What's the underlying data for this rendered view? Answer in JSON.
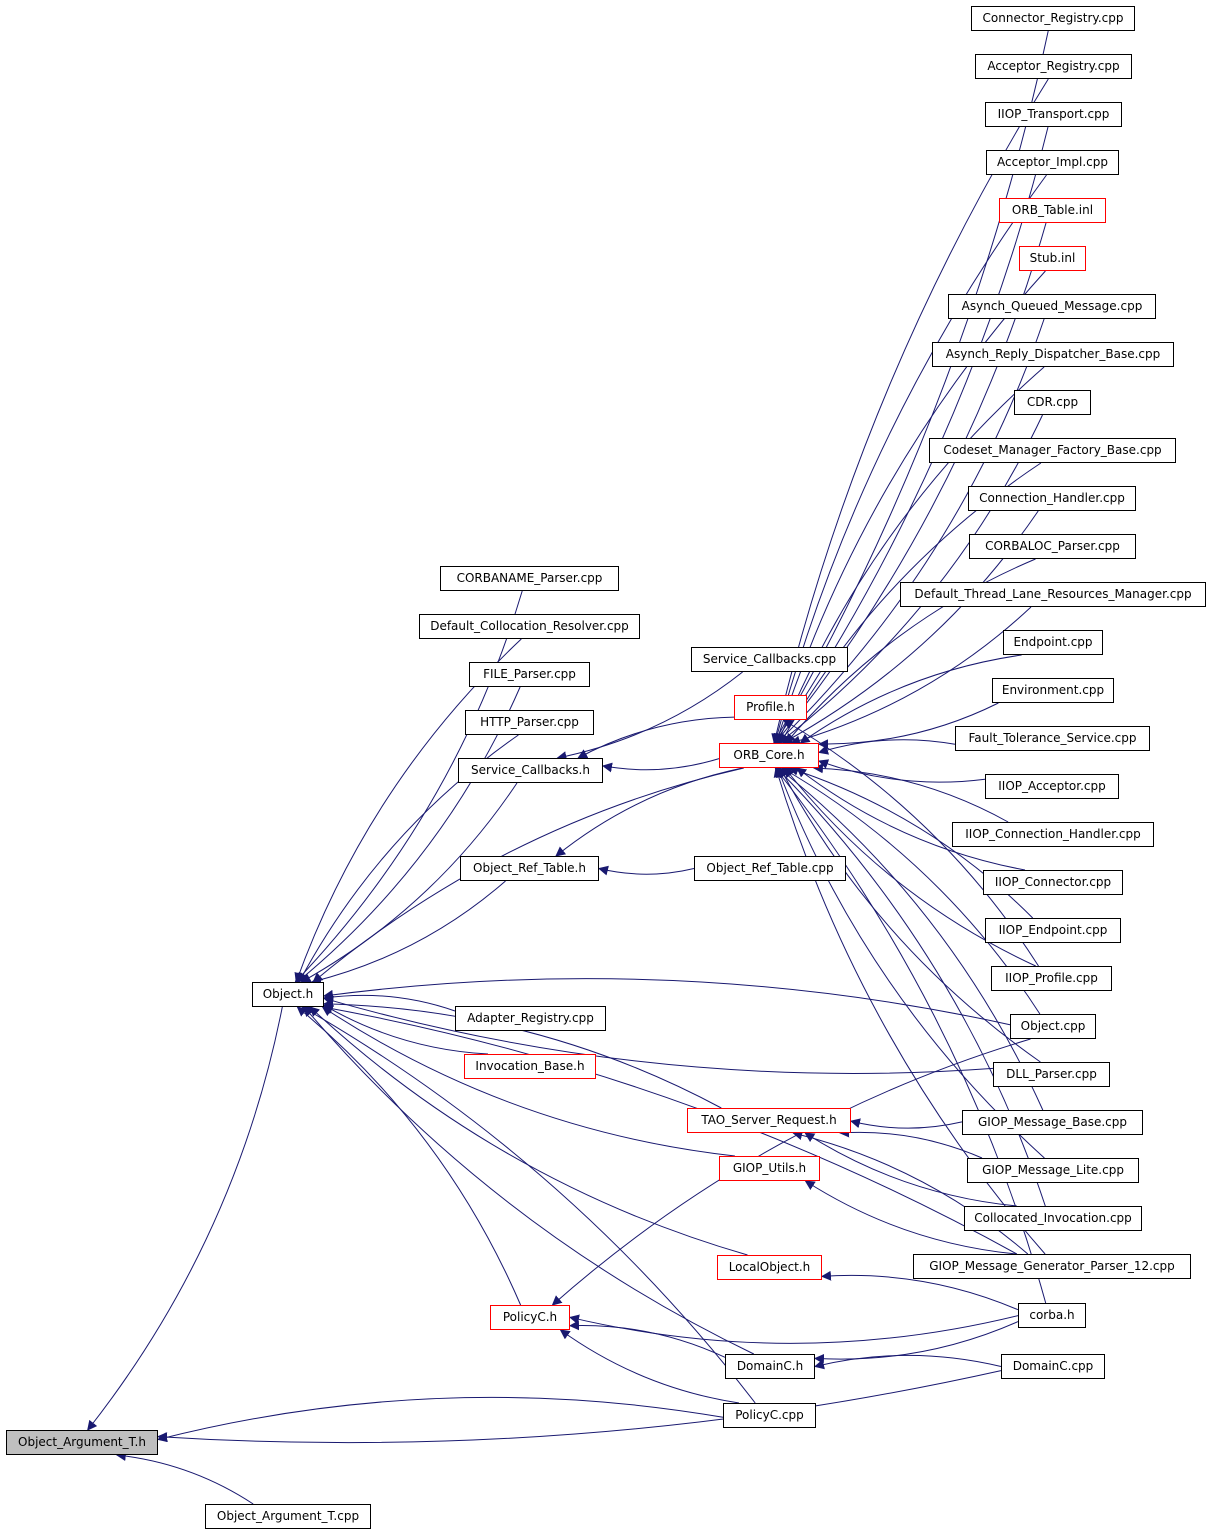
{
  "graph": {
    "colors": {
      "edge": "#191970",
      "box": "#000000",
      "box_red": "#ff0000",
      "root_fill": "#bfbfbf"
    },
    "nodes": [
      {
        "id": "Connector_Registry_cpp",
        "label": "Connector_Registry.cpp",
        "style": "black"
      },
      {
        "id": "Acceptor_Registry_cpp",
        "label": "Acceptor_Registry.cpp",
        "style": "black"
      },
      {
        "id": "IIOP_Transport_cpp",
        "label": "IIOP_Transport.cpp",
        "style": "black"
      },
      {
        "id": "Acceptor_Impl_cpp",
        "label": "Acceptor_Impl.cpp",
        "style": "black"
      },
      {
        "id": "ORB_Table_inl",
        "label": "ORB_Table.inl",
        "style": "red"
      },
      {
        "id": "Stub_inl",
        "label": "Stub.inl",
        "style": "red"
      },
      {
        "id": "Asynch_Queued_Message_cpp",
        "label": "Asynch_Queued_Message.cpp",
        "style": "black"
      },
      {
        "id": "Asynch_Reply_Dispatcher_Base_cpp",
        "label": "Asynch_Reply_Dispatcher_Base.cpp",
        "style": "black"
      },
      {
        "id": "CDR_cpp",
        "label": "CDR.cpp",
        "style": "black"
      },
      {
        "id": "Codeset_Manager_Factory_Base_cpp",
        "label": "Codeset_Manager_Factory_Base.cpp",
        "style": "black"
      },
      {
        "id": "Connection_Handler_cpp",
        "label": "Connection_Handler.cpp",
        "style": "black"
      },
      {
        "id": "CORBALOC_Parser_cpp",
        "label": "CORBALOC_Parser.cpp",
        "style": "black"
      },
      {
        "id": "Default_Thread_Lane_Resources_Manager_cpp",
        "label": "Default_Thread_Lane_Resources_Manager.cpp",
        "style": "black"
      },
      {
        "id": "Endpoint_cpp",
        "label": "Endpoint.cpp",
        "style": "black"
      },
      {
        "id": "Environment_cpp",
        "label": "Environment.cpp",
        "style": "black"
      },
      {
        "id": "Fault_Tolerance_Service_cpp",
        "label": "Fault_Tolerance_Service.cpp",
        "style": "black"
      },
      {
        "id": "IIOP_Acceptor_cpp",
        "label": "IIOP_Acceptor.cpp",
        "style": "black"
      },
      {
        "id": "IIOP_Connection_Handler_cpp",
        "label": "IIOP_Connection_Handler.cpp",
        "style": "black"
      },
      {
        "id": "IIOP_Connector_cpp",
        "label": "IIOP_Connector.cpp",
        "style": "black"
      },
      {
        "id": "IIOP_Endpoint_cpp",
        "label": "IIOP_Endpoint.cpp",
        "style": "black"
      },
      {
        "id": "IIOP_Profile_cpp",
        "label": "IIOP_Profile.cpp",
        "style": "black"
      },
      {
        "id": "Object_cpp",
        "label": "Object.cpp",
        "style": "black"
      },
      {
        "id": "DLL_Parser_cpp",
        "label": "DLL_Parser.cpp",
        "style": "black"
      },
      {
        "id": "GIOP_Message_Base_cpp",
        "label": "GIOP_Message_Base.cpp",
        "style": "black"
      },
      {
        "id": "GIOP_Message_Lite_cpp",
        "label": "GIOP_Message_Lite.cpp",
        "style": "black"
      },
      {
        "id": "Collocated_Invocation_cpp",
        "label": "Collocated_Invocation.cpp",
        "style": "black"
      },
      {
        "id": "GIOP_Message_Generator_Parser_12_cpp",
        "label": "GIOP_Message_Generator_Parser_12.cpp",
        "style": "black"
      },
      {
        "id": "corba_h",
        "label": "corba.h",
        "style": "black"
      },
      {
        "id": "DomainC_cpp",
        "label": "DomainC.cpp",
        "style": "black"
      },
      {
        "id": "CORBANAME_Parser_cpp",
        "label": "CORBANAME_Parser.cpp",
        "style": "black"
      },
      {
        "id": "Default_Collocation_Resolver_cpp",
        "label": "Default_Collocation_Resolver.cpp",
        "style": "black"
      },
      {
        "id": "FILE_Parser_cpp",
        "label": "FILE_Parser.cpp",
        "style": "black"
      },
      {
        "id": "HTTP_Parser_cpp",
        "label": "HTTP_Parser.cpp",
        "style": "black"
      },
      {
        "id": "Service_Callbacks_h",
        "label": "Service_Callbacks.h",
        "style": "black"
      },
      {
        "id": "Object_Ref_Table_h",
        "label": "Object_Ref_Table.h",
        "style": "black"
      },
      {
        "id": "Adapter_Registry_cpp",
        "label": "Adapter_Registry.cpp",
        "style": "black"
      },
      {
        "id": "Invocation_Base_h",
        "label": "Invocation_Base.h",
        "style": "red"
      },
      {
        "id": "Service_Callbacks_cpp",
        "label": "Service_Callbacks.cpp",
        "style": "black"
      },
      {
        "id": "Profile_h",
        "label": "Profile.h",
        "style": "red"
      },
      {
        "id": "ORB_Core_h",
        "label": "ORB_Core.h",
        "style": "red"
      },
      {
        "id": "Object_Ref_Table_cpp",
        "label": "Object_Ref_Table.cpp",
        "style": "black"
      },
      {
        "id": "TAO_Server_Request_h",
        "label": "TAO_Server_Request.h",
        "style": "red"
      },
      {
        "id": "GIOP_Utils_h",
        "label": "GIOP_Utils.h",
        "style": "red"
      },
      {
        "id": "LocalObject_h",
        "label": "LocalObject.h",
        "style": "red"
      },
      {
        "id": "PolicyC_h",
        "label": "PolicyC.h",
        "style": "red"
      },
      {
        "id": "DomainC_h",
        "label": "DomainC.h",
        "style": "black"
      },
      {
        "id": "PolicyC_cpp",
        "label": "PolicyC.cpp",
        "style": "black"
      },
      {
        "id": "Object_h",
        "label": "Object.h",
        "style": "black"
      },
      {
        "id": "Object_Argument_T_h",
        "label": "Object_Argument_T.h",
        "style": "gray"
      },
      {
        "id": "Object_Argument_T_cpp",
        "label": "Object_Argument_T.cpp",
        "style": "black"
      }
    ],
    "edges": [
      [
        "Object_h",
        "Object_Argument_T_h"
      ],
      [
        "PolicyC_cpp",
        "Object_Argument_T_h"
      ],
      [
        "DomainC_cpp",
        "Object_Argument_T_h"
      ],
      [
        "Object_Argument_T_cpp",
        "Object_Argument_T_h"
      ],
      [
        "CORBANAME_Parser_cpp",
        "Object_h"
      ],
      [
        "Default_Collocation_Resolver_cpp",
        "Object_h"
      ],
      [
        "FILE_Parser_cpp",
        "Object_h"
      ],
      [
        "HTTP_Parser_cpp",
        "Object_h"
      ],
      [
        "Service_Callbacks_h",
        "Object_h"
      ],
      [
        "ORB_Core_h",
        "Object_h"
      ],
      [
        "Object_Ref_Table_h",
        "Object_h"
      ],
      [
        "Object_cpp",
        "Object_h"
      ],
      [
        "DLL_Parser_cpp",
        "Object_h"
      ],
      [
        "Adapter_Registry_cpp",
        "Object_h"
      ],
      [
        "Invocation_Base_h",
        "Object_h"
      ],
      [
        "TAO_Server_Request_h",
        "Object_h"
      ],
      [
        "GIOP_Utils_h",
        "Object_h"
      ],
      [
        "GIOP_Message_Generator_Parser_12_cpp",
        "Object_h"
      ],
      [
        "LocalObject_h",
        "Object_h"
      ],
      [
        "PolicyC_h",
        "Object_h"
      ],
      [
        "DomainC_h",
        "Object_h"
      ],
      [
        "PolicyC_cpp",
        "Object_h"
      ],
      [
        "Service_Callbacks_cpp",
        "Service_Callbacks_h"
      ],
      [
        "Profile_h",
        "Service_Callbacks_h"
      ],
      [
        "ORB_Core_h",
        "Service_Callbacks_h"
      ],
      [
        "ORB_Core_h",
        "Object_Ref_Table_h"
      ],
      [
        "Object_Ref_Table_cpp",
        "Object_Ref_Table_h"
      ],
      [
        "IIOP_Profile_cpp",
        "Profile_h"
      ],
      [
        "Connector_Registry_cpp",
        "ORB_Core_h"
      ],
      [
        "Acceptor_Registry_cpp",
        "ORB_Core_h"
      ],
      [
        "IIOP_Transport_cpp",
        "ORB_Core_h"
      ],
      [
        "Acceptor_Impl_cpp",
        "ORB_Core_h"
      ],
      [
        "ORB_Table_inl",
        "ORB_Core_h"
      ],
      [
        "Stub_inl",
        "ORB_Core_h"
      ],
      [
        "Asynch_Queued_Message_cpp",
        "ORB_Core_h"
      ],
      [
        "Asynch_Reply_Dispatcher_Base_cpp",
        "ORB_Core_h"
      ],
      [
        "CDR_cpp",
        "ORB_Core_h"
      ],
      [
        "Codeset_Manager_Factory_Base_cpp",
        "ORB_Core_h"
      ],
      [
        "Connection_Handler_cpp",
        "ORB_Core_h"
      ],
      [
        "CORBALOC_Parser_cpp",
        "ORB_Core_h"
      ],
      [
        "Default_Thread_Lane_Resources_Manager_cpp",
        "ORB_Core_h"
      ],
      [
        "Endpoint_cpp",
        "ORB_Core_h"
      ],
      [
        "Environment_cpp",
        "ORB_Core_h"
      ],
      [
        "Fault_Tolerance_Service_cpp",
        "ORB_Core_h"
      ],
      [
        "IIOP_Acceptor_cpp",
        "ORB_Core_h"
      ],
      [
        "IIOP_Connection_Handler_cpp",
        "ORB_Core_h"
      ],
      [
        "IIOP_Connector_cpp",
        "ORB_Core_h"
      ],
      [
        "IIOP_Endpoint_cpp",
        "ORB_Core_h"
      ],
      [
        "IIOP_Profile_cpp",
        "ORB_Core_h"
      ],
      [
        "Object_cpp",
        "ORB_Core_h"
      ],
      [
        "DLL_Parser_cpp",
        "ORB_Core_h"
      ],
      [
        "GIOP_Message_Base_cpp",
        "ORB_Core_h"
      ],
      [
        "GIOP_Message_Lite_cpp",
        "ORB_Core_h"
      ],
      [
        "Collocated_Invocation_cpp",
        "ORB_Core_h"
      ],
      [
        "GIOP_Message_Generator_Parser_12_cpp",
        "ORB_Core_h"
      ],
      [
        "corba_h",
        "ORB_Core_h"
      ],
      [
        "GIOP_Message_Base_cpp",
        "TAO_Server_Request_h"
      ],
      [
        "GIOP_Message_Lite_cpp",
        "TAO_Server_Request_h"
      ],
      [
        "Collocated_Invocation_cpp",
        "TAO_Server_Request_h"
      ],
      [
        "GIOP_Message_Generator_Parser_12_cpp",
        "TAO_Server_Request_h"
      ],
      [
        "GIOP_Message_Generator_Parser_12_cpp",
        "GIOP_Utils_h"
      ],
      [
        "corba_h",
        "LocalObject_h"
      ],
      [
        "corba_h",
        "PolicyC_h"
      ],
      [
        "DomainC_h",
        "PolicyC_h"
      ],
      [
        "PolicyC_cpp",
        "PolicyC_h"
      ],
      [
        "Object_cpp",
        "PolicyC_h"
      ],
      [
        "corba_h",
        "DomainC_h"
      ],
      [
        "DomainC_cpp",
        "DomainC_h"
      ]
    ]
  }
}
